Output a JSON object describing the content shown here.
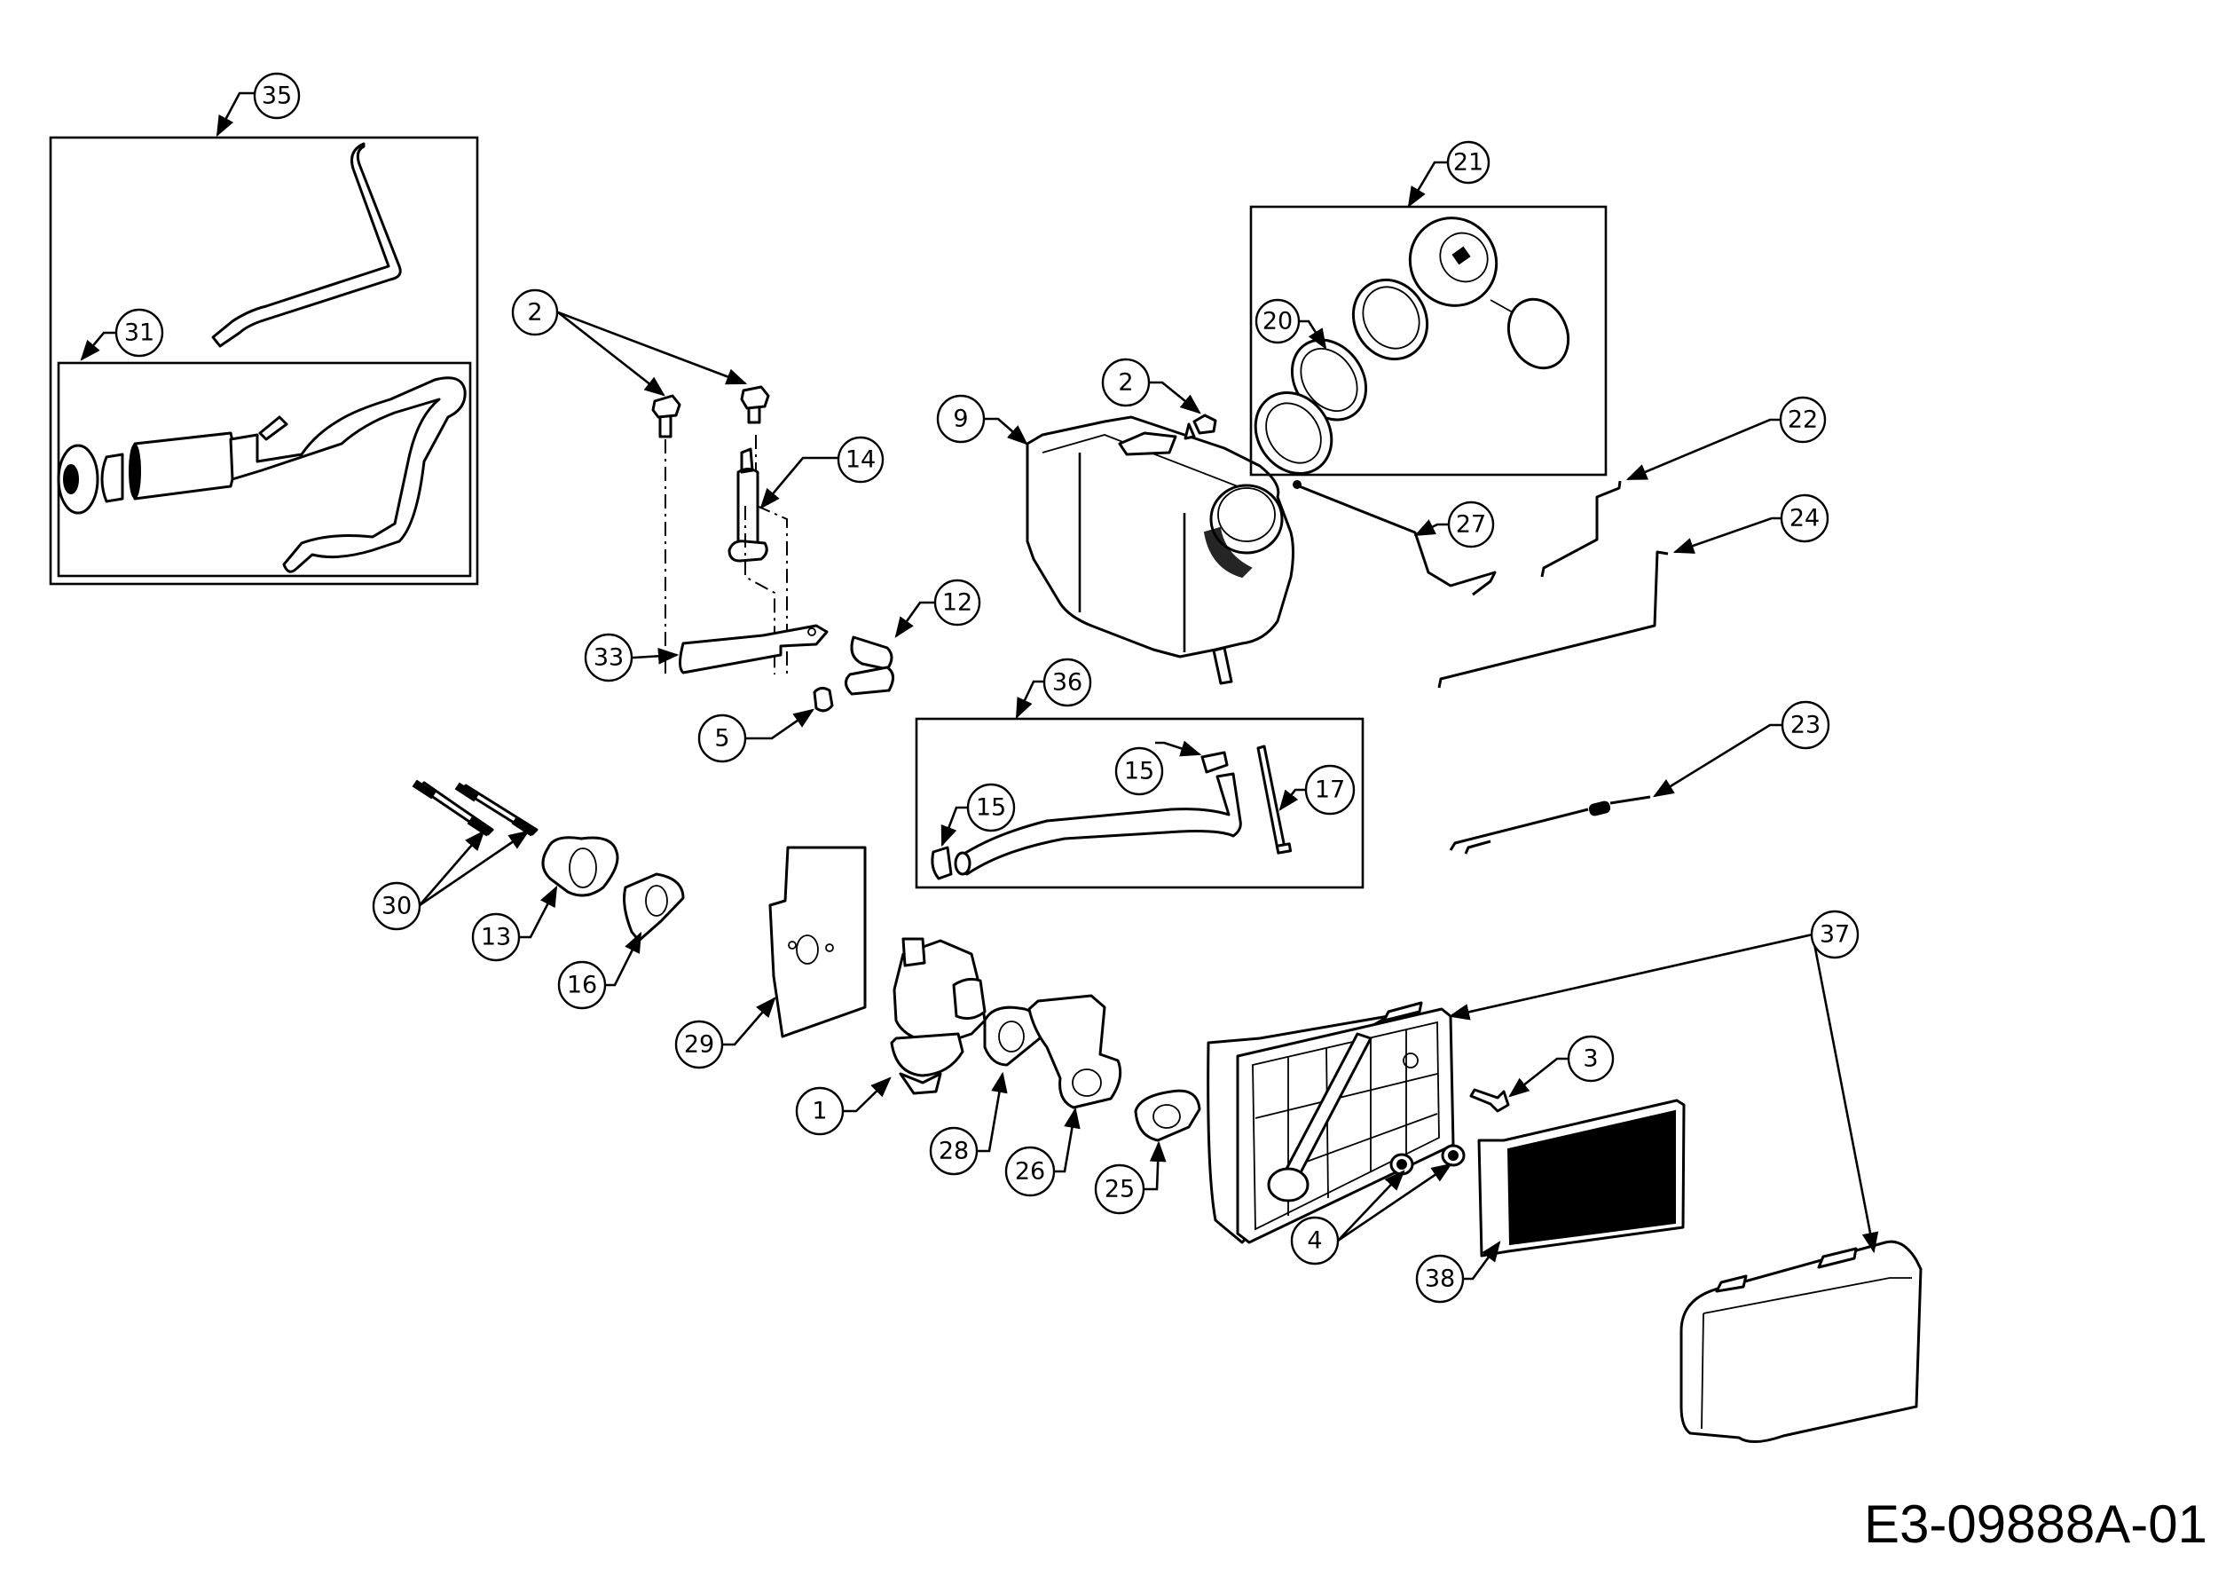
{
  "diagram": {
    "type": "exploded parts diagram",
    "reference_code": "E3-09888A-01",
    "callouts": {
      "c35": "35",
      "c31": "31",
      "c2a": "2",
      "c2b": "2",
      "c14": "14",
      "c9": "9",
      "c21": "21",
      "c20": "20",
      "c22": "22",
      "c27": "27",
      "c24": "24",
      "c12": "12",
      "c33": "33",
      "c5": "5",
      "c36": "36",
      "c15a": "15",
      "c15b": "15",
      "c17": "17",
      "c23": "23",
      "c30": "30",
      "c13": "13",
      "c16": "16",
      "c29": "29",
      "c37": "37",
      "c3": "3",
      "c1": "1",
      "c28": "28",
      "c26": "26",
      "c25": "25",
      "c4": "4",
      "c38": "38"
    }
  }
}
